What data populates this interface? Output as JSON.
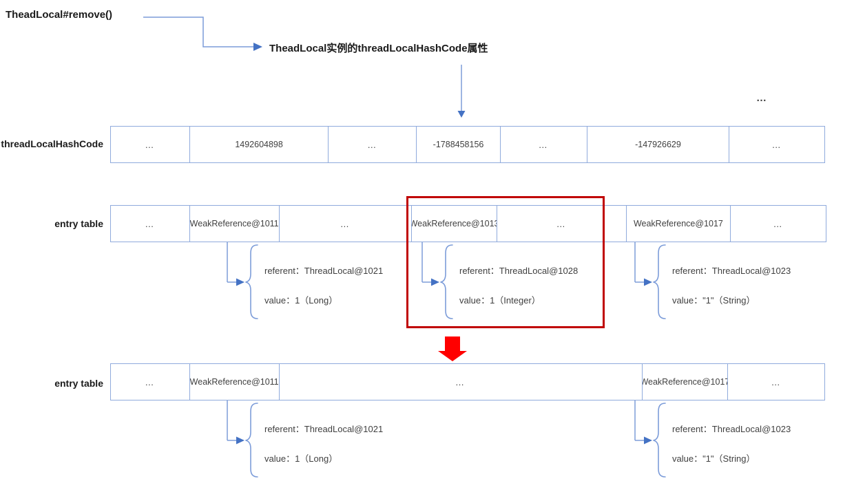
{
  "header": {
    "title": "TheadLocal#remove()",
    "subtitle": "TheadLocal实例的threadLocalHashCode属性",
    "overflow_ellipsis": "…"
  },
  "colors": {
    "table_border_blue": "#8faadc",
    "connector_blue": "#7c9cd9",
    "arrowhead_blue": "#4472c4",
    "highlight_box_red": "#c00000",
    "transform_arrow_red": "#ff0000",
    "cell_text": "#3f3f3f",
    "label_text": "#1a1a1a"
  },
  "hashcode_row": {
    "label": "threadLocalHashCode",
    "cells": [
      "…",
      "1492604898",
      "…",
      "-1788458156",
      "…",
      "-147926629",
      "…"
    ]
  },
  "entry_table_before": {
    "label": "entry table",
    "cells": [
      "…",
      "WeakReference@1011",
      "…",
      "WeakReference@1013",
      "…",
      "WeakReference@1017",
      "…"
    ]
  },
  "entry_table_after": {
    "label": "entry table",
    "cells": [
      "…",
      "WeakReference@1011",
      "…",
      "WeakReference@1017",
      "…"
    ]
  },
  "entries_before": [
    {
      "referent": "referent：ThreadLocal@1021",
      "value": "value：1（Long）"
    },
    {
      "referent": "referent：ThreadLocal@1028",
      "value": "value：1（Integer）"
    },
    {
      "referent": "referent：ThreadLocal@1023",
      "value": "value：\"1\"（String）"
    }
  ],
  "entries_after": [
    {
      "referent": "referent：ThreadLocal@1021",
      "value": "value：1（Long）"
    },
    {
      "referent": "referent：ThreadLocal@1023",
      "value": "value：\"1\"（String）"
    }
  ]
}
